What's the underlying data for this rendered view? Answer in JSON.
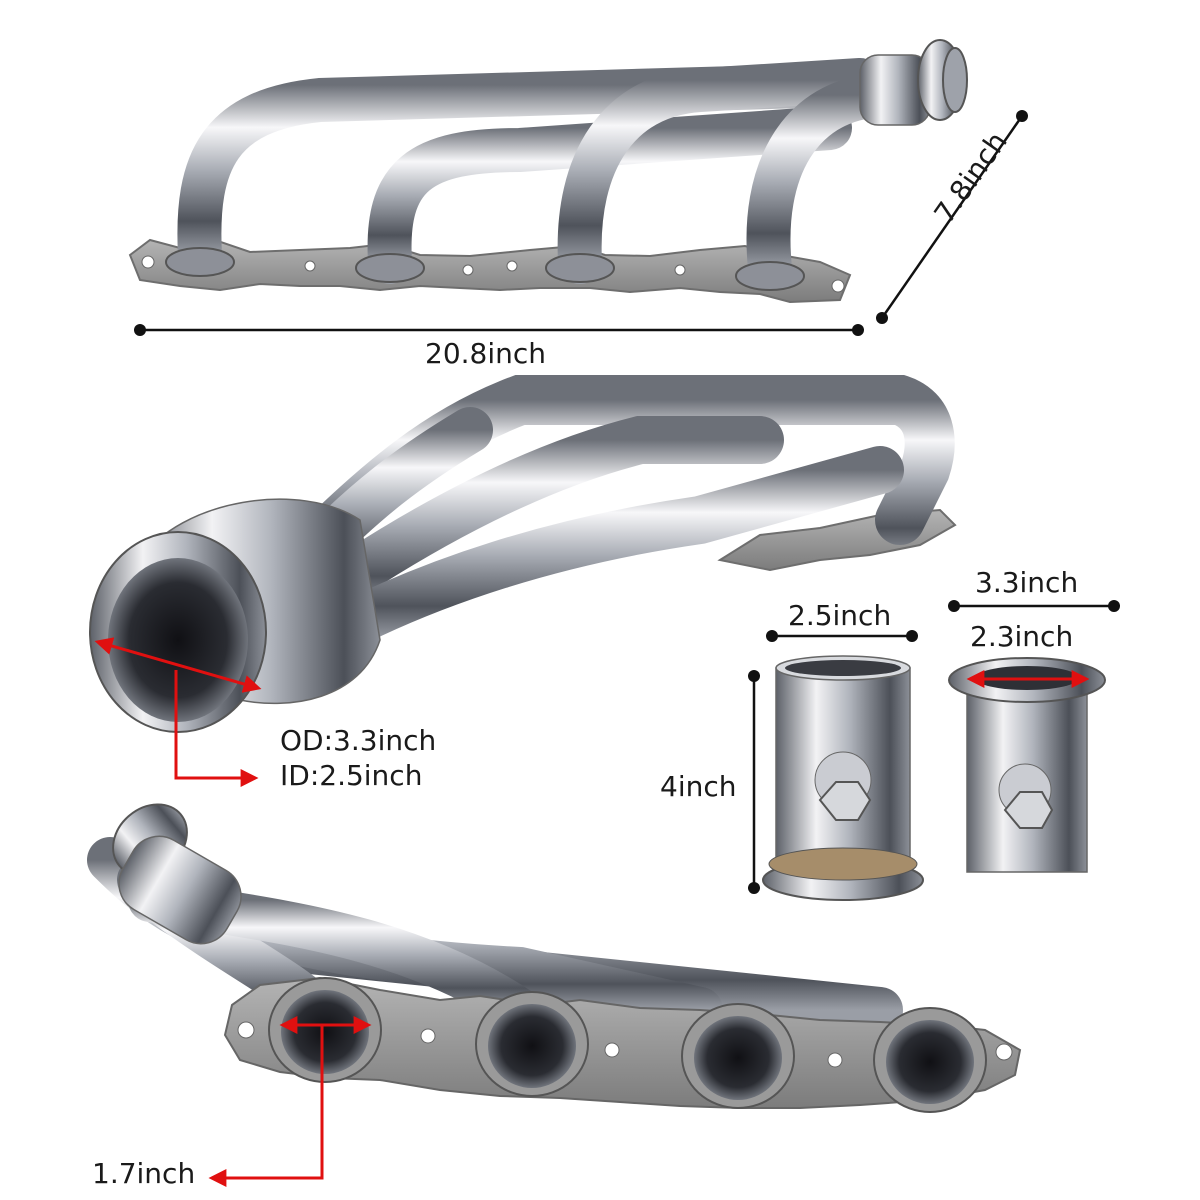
{
  "top_view": {
    "length_label": "20.8inch",
    "height_label": "7.8inch"
  },
  "collector_view": {
    "od_label": "OD:3.3inch",
    "id_label": "ID:2.5inch"
  },
  "adapters": {
    "plain": {
      "width_label": "2.5inch",
      "height_label": "4inch"
    },
    "flanged": {
      "outer_label": "3.3inch",
      "inner_label": "2.3inch"
    }
  },
  "port_view": {
    "port_label": "1.7inch"
  },
  "colors": {
    "steel_light": "#f4f4f6",
    "steel_mid": "#b8bcc4",
    "steel_dark": "#5a5e66",
    "flange": "#8a8a8a",
    "arrow_red": "#e01010",
    "dim_line": "#111111"
  }
}
